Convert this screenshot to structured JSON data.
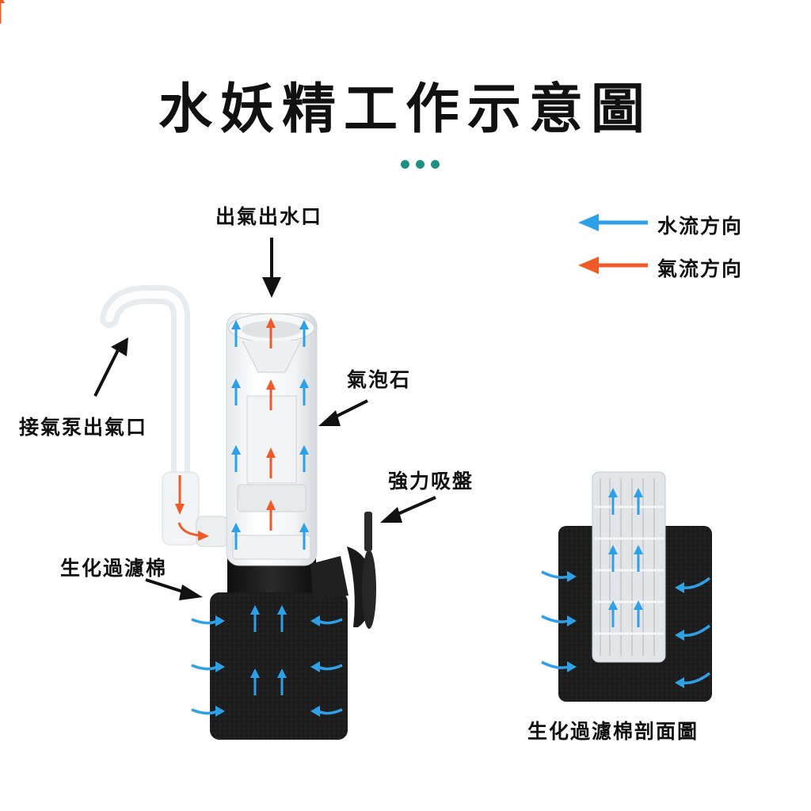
{
  "title": "水妖精工作示意圖",
  "legend": {
    "water": "水流方向",
    "air": "氣流方向"
  },
  "labels": {
    "outlet": "出氣出水口",
    "airstone": "氣泡石",
    "pump_inlet": "接氣泵出氣口",
    "suction_cup": "強力吸盤",
    "sponge": "生化過濾棉",
    "cross_section": "生化過濾棉剖面圖"
  },
  "colors": {
    "water_arrow": "#2f9fe6",
    "air_arrow": "#f05a28",
    "sponge": "#1b1b1b",
    "accent_dots": "#1f8f84"
  }
}
